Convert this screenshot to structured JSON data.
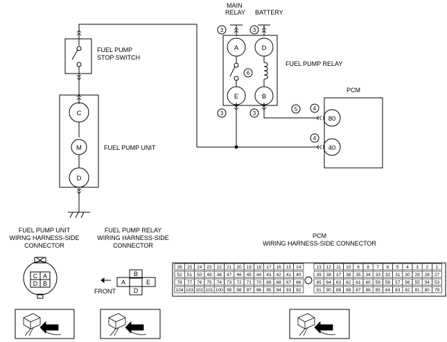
{
  "labels": {
    "main_relay_line1": "MAIN",
    "main_relay_line2": "RELAY",
    "battery": "BATTERY",
    "fuel_pump_stop_switch_line1": "FUEL PUMP",
    "fuel_pump_stop_switch_line2": "STOP SWITCH",
    "fuel_pump_relay": "FUEL PUMP RELAY",
    "fuel_pump_unit": "FUEL PUMP UNIT",
    "pcm": "PCM",
    "fpu_conn_line1": "FUEL PUMP UNIT",
    "fpu_conn_line2": "WIRNG HARNESS-SIDE",
    "fpu_conn_line3": "CONNECTOR",
    "fpr_conn_line1": "FUEL PUMP RELAY",
    "fpr_conn_line2": "WIRING HARNESS-SIDE",
    "fpr_conn_line3": "CONNECTOR",
    "pcm_conn_line1": "PCM",
    "pcm_conn_line2": "WIRING HARNESS-SIDE CONNECTOR",
    "front": "FRONT"
  },
  "terminals": {
    "pump_c": "C",
    "motor_m": "M",
    "pump_d": "D",
    "relay_a": "A",
    "relay_d": "D",
    "relay_e": "E",
    "relay_b": "B",
    "pcm_80": "80",
    "pcm_40": "40"
  },
  "circled": {
    "n3": "3",
    "n4": "4",
    "n5": "5",
    "n6": "6"
  },
  "fpu_connector_pins": [
    "C",
    "A",
    "D",
    "B"
  ],
  "fpr_connector_pins": {
    "b": "B",
    "a": "A",
    "e": "E",
    "d": "D"
  },
  "pcm_connector": {
    "left_row1": [
      "26",
      "25",
      "24",
      "23",
      "22",
      "21",
      "20",
      "19",
      "18",
      "17",
      "16",
      "15",
      "14"
    ],
    "left_row2": [
      "52",
      "51",
      "50",
      "49",
      "48",
      "47",
      "46",
      "45",
      "44",
      "43",
      "42",
      "41",
      "40"
    ],
    "left_row3": [
      "78",
      "77",
      "76",
      "75",
      "74",
      "73",
      "72",
      "71",
      "70",
      "69",
      "68",
      "67",
      "66"
    ],
    "left_row4": [
      "104",
      "103",
      "102",
      "101",
      "100",
      "99",
      "98",
      "97",
      "96",
      "95",
      "94",
      "93",
      "92"
    ],
    "right_row1": [
      "13",
      "12",
      "11",
      "10",
      "9",
      "8",
      "7",
      "6",
      "5",
      "4",
      "3",
      "2",
      "1"
    ],
    "right_row2": [
      "39",
      "38",
      "37",
      "36",
      "35",
      "34",
      "33",
      "32",
      "31",
      "30",
      "29",
      "28",
      "27"
    ],
    "right_row3": [
      "65",
      "64",
      "63",
      "62",
      "61",
      "60",
      "59",
      "58",
      "57",
      "56",
      "55",
      "54",
      "53"
    ],
    "right_row4": [
      "91",
      "90",
      "89",
      "88",
      "87",
      "86",
      "85",
      "84",
      "83",
      "82",
      "81",
      "80",
      "79"
    ]
  }
}
